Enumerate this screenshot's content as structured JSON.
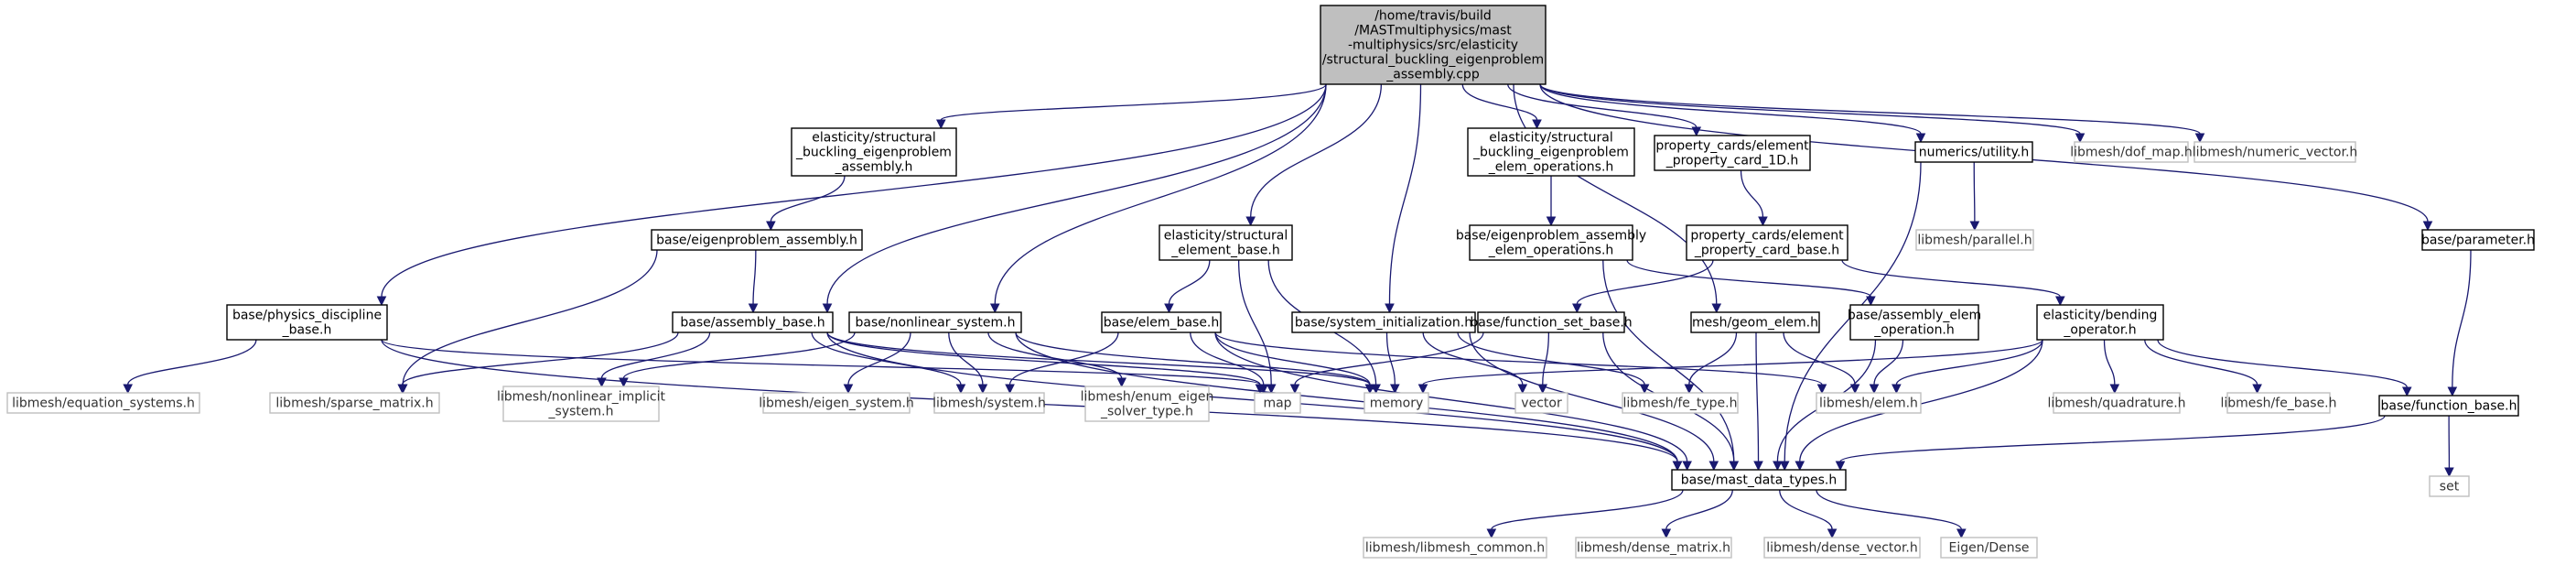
{
  "graph": {
    "nodes": [
      {
        "id": "root",
        "kind": "root",
        "lines": [
          "/home/travis/build",
          "/MASTmultiphysics/mast",
          "-multiphysics/src/elasticity",
          "/structural_buckling_eigenproblem",
          "_assembly.cpp"
        ],
        "icon": "file-node"
      },
      {
        "id": "sbea_h",
        "kind": "internal",
        "lines": [
          "elasticity/structural",
          "_buckling_eigenproblem",
          "_assembly.h"
        ]
      },
      {
        "id": "eig_asm",
        "kind": "internal",
        "lines": [
          "base/eigenproblem_assembly.h"
        ]
      },
      {
        "id": "phys",
        "kind": "internal",
        "lines": [
          "base/physics_discipline",
          "_base.h"
        ]
      },
      {
        "id": "asm_base",
        "kind": "internal",
        "lines": [
          "base/assembly_base.h"
        ]
      },
      {
        "id": "nonlin",
        "kind": "internal",
        "lines": [
          "base/nonlinear_system.h"
        ]
      },
      {
        "id": "struct_el",
        "kind": "internal",
        "lines": [
          "elasticity/structural",
          "_element_base.h"
        ]
      },
      {
        "id": "elem_base",
        "kind": "internal",
        "lines": [
          "base/elem_base.h"
        ]
      },
      {
        "id": "sys_init",
        "kind": "internal",
        "lines": [
          "base/system_initialization.h"
        ]
      },
      {
        "id": "sbe_ops",
        "kind": "internal",
        "lines": [
          "elasticity/structural",
          "_buckling_eigenproblem",
          "_elem_operations.h"
        ]
      },
      {
        "id": "eig_ops",
        "kind": "internal",
        "lines": [
          "base/eigenproblem_assembly",
          "_elem_operations.h"
        ]
      },
      {
        "id": "pc1d",
        "kind": "internal",
        "lines": [
          "property_cards/element",
          "_property_card_1D.h"
        ]
      },
      {
        "id": "pcb",
        "kind": "internal",
        "lines": [
          "property_cards/element",
          "_property_card_base.h"
        ]
      },
      {
        "id": "fsb",
        "kind": "internal",
        "lines": [
          "base/function_set_base.h"
        ]
      },
      {
        "id": "geom",
        "kind": "internal",
        "lines": [
          "mesh/geom_elem.h"
        ]
      },
      {
        "id": "aeo",
        "kind": "internal",
        "lines": [
          "base/assembly_elem",
          "_operation.h"
        ]
      },
      {
        "id": "numutil",
        "kind": "internal",
        "lines": [
          "numerics/utility.h"
        ]
      },
      {
        "id": "bend",
        "kind": "internal",
        "lines": [
          "elasticity/bending",
          "_operator.h"
        ]
      },
      {
        "id": "param",
        "kind": "internal",
        "lines": [
          "base/parameter.h"
        ]
      },
      {
        "id": "fb",
        "kind": "internal",
        "lines": [
          "base/function_base.h"
        ]
      },
      {
        "id": "mdt",
        "kind": "internal",
        "lines": [
          "base/mast_data_types.h"
        ]
      },
      {
        "id": "eqsys",
        "kind": "external",
        "lines": [
          "libmesh/equation_systems.h"
        ]
      },
      {
        "id": "sparse",
        "kind": "external",
        "lines": [
          "libmesh/sparse_matrix.h"
        ]
      },
      {
        "id": "nlimpl",
        "kind": "external",
        "lines": [
          "libmesh/nonlinear_implicit",
          "_system.h"
        ]
      },
      {
        "id": "eigsys",
        "kind": "external",
        "lines": [
          "libmesh/eigen_system.h"
        ]
      },
      {
        "id": "lsys",
        "kind": "external",
        "lines": [
          "libmesh/system.h"
        ]
      },
      {
        "id": "enumeig",
        "kind": "external",
        "lines": [
          "libmesh/enum_eigen",
          "_solver_type.h"
        ]
      },
      {
        "id": "map",
        "kind": "external",
        "lines": [
          "map"
        ]
      },
      {
        "id": "memory",
        "kind": "external",
        "lines": [
          "memory"
        ]
      },
      {
        "id": "vector",
        "kind": "external",
        "lines": [
          "vector"
        ]
      },
      {
        "id": "fetype",
        "kind": "external",
        "lines": [
          "libmesh/fe_type.h"
        ]
      },
      {
        "id": "lelem",
        "kind": "external",
        "lines": [
          "libmesh/elem.h"
        ]
      },
      {
        "id": "quad",
        "kind": "external",
        "lines": [
          "libmesh/quadrature.h"
        ]
      },
      {
        "id": "febase",
        "kind": "external",
        "lines": [
          "libmesh/fe_base.h"
        ]
      },
      {
        "id": "parallel",
        "kind": "external",
        "lines": [
          "libmesh/parallel.h"
        ]
      },
      {
        "id": "dofmap",
        "kind": "external",
        "lines": [
          "libmesh/dof_map.h"
        ]
      },
      {
        "id": "numvec",
        "kind": "external",
        "lines": [
          "libmesh/numeric_vector.h"
        ]
      },
      {
        "id": "set",
        "kind": "external",
        "lines": [
          "set"
        ]
      },
      {
        "id": "common",
        "kind": "external",
        "lines": [
          "libmesh/libmesh_common.h"
        ]
      },
      {
        "id": "dmat",
        "kind": "external",
        "lines": [
          "libmesh/dense_matrix.h"
        ]
      },
      {
        "id": "dvec",
        "kind": "external",
        "lines": [
          "libmesh/dense_vector.h"
        ]
      },
      {
        "id": "eigen",
        "kind": "external",
        "lines": [
          "Eigen/Dense"
        ]
      }
    ],
    "edges": [
      [
        "root",
        "sbea_h"
      ],
      [
        "root",
        "phys"
      ],
      [
        "root",
        "asm_base"
      ],
      [
        "root",
        "nonlin"
      ],
      [
        "root",
        "struct_el"
      ],
      [
        "root",
        "sys_init"
      ],
      [
        "root",
        "sbe_ops"
      ],
      [
        "root",
        "pc1d"
      ],
      [
        "root",
        "geom"
      ],
      [
        "root",
        "numutil"
      ],
      [
        "root",
        "dofmap"
      ],
      [
        "root",
        "numvec"
      ],
      [
        "root",
        "param"
      ],
      [
        "sbea_h",
        "eig_asm"
      ],
      [
        "eig_asm",
        "asm_base"
      ],
      [
        "eig_asm",
        "sparse"
      ],
      [
        "phys",
        "eqsys"
      ],
      [
        "phys",
        "mdt"
      ],
      [
        "phys",
        "map"
      ],
      [
        "asm_base",
        "mdt"
      ],
      [
        "asm_base",
        "sparse"
      ],
      [
        "asm_base",
        "nlimpl"
      ],
      [
        "asm_base",
        "lsys"
      ],
      [
        "asm_base",
        "map"
      ],
      [
        "asm_base",
        "memory"
      ],
      [
        "nonlin",
        "mdt"
      ],
      [
        "nonlin",
        "nlimpl"
      ],
      [
        "nonlin",
        "eigsys"
      ],
      [
        "nonlin",
        "lsys"
      ],
      [
        "nonlin",
        "enumeig"
      ],
      [
        "nonlin",
        "memory"
      ],
      [
        "struct_el",
        "elem_base"
      ],
      [
        "struct_el",
        "map"
      ],
      [
        "struct_el",
        "memory"
      ],
      [
        "elem_base",
        "mdt"
      ],
      [
        "elem_base",
        "lsys"
      ],
      [
        "elem_base",
        "map"
      ],
      [
        "elem_base",
        "memory"
      ],
      [
        "elem_base",
        "lelem"
      ],
      [
        "sys_init",
        "mdt"
      ],
      [
        "sys_init",
        "memory"
      ],
      [
        "sys_init",
        "vector"
      ],
      [
        "sys_init",
        "fetype"
      ],
      [
        "sbe_ops",
        "eig_ops"
      ],
      [
        "eig_ops",
        "aeo"
      ],
      [
        "eig_ops",
        "mdt"
      ],
      [
        "pc1d",
        "pcb"
      ],
      [
        "pcb",
        "fsb"
      ],
      [
        "pcb",
        "bend"
      ],
      [
        "fsb",
        "map"
      ],
      [
        "fsb",
        "vector"
      ],
      [
        "fsb",
        "mdt"
      ],
      [
        "geom",
        "mdt"
      ],
      [
        "geom",
        "fetype"
      ],
      [
        "geom",
        "lelem"
      ],
      [
        "aeo",
        "mdt"
      ],
      [
        "aeo",
        "lelem"
      ],
      [
        "numutil",
        "parallel"
      ],
      [
        "numutil",
        "mdt"
      ],
      [
        "bend",
        "mdt"
      ],
      [
        "bend",
        "memory"
      ],
      [
        "bend",
        "lelem"
      ],
      [
        "bend",
        "quad"
      ],
      [
        "bend",
        "febase"
      ],
      [
        "bend",
        "fb"
      ],
      [
        "param",
        "fb"
      ],
      [
        "fb",
        "mdt"
      ],
      [
        "fb",
        "set"
      ],
      [
        "mdt",
        "common"
      ],
      [
        "mdt",
        "dmat"
      ],
      [
        "mdt",
        "dvec"
      ],
      [
        "mdt",
        "eigen"
      ]
    ]
  },
  "colors": {
    "edge": "#191970",
    "internal_border": "#000000",
    "external_border": "#bfbfbf",
    "root_fill": "#bfbfbf"
  }
}
